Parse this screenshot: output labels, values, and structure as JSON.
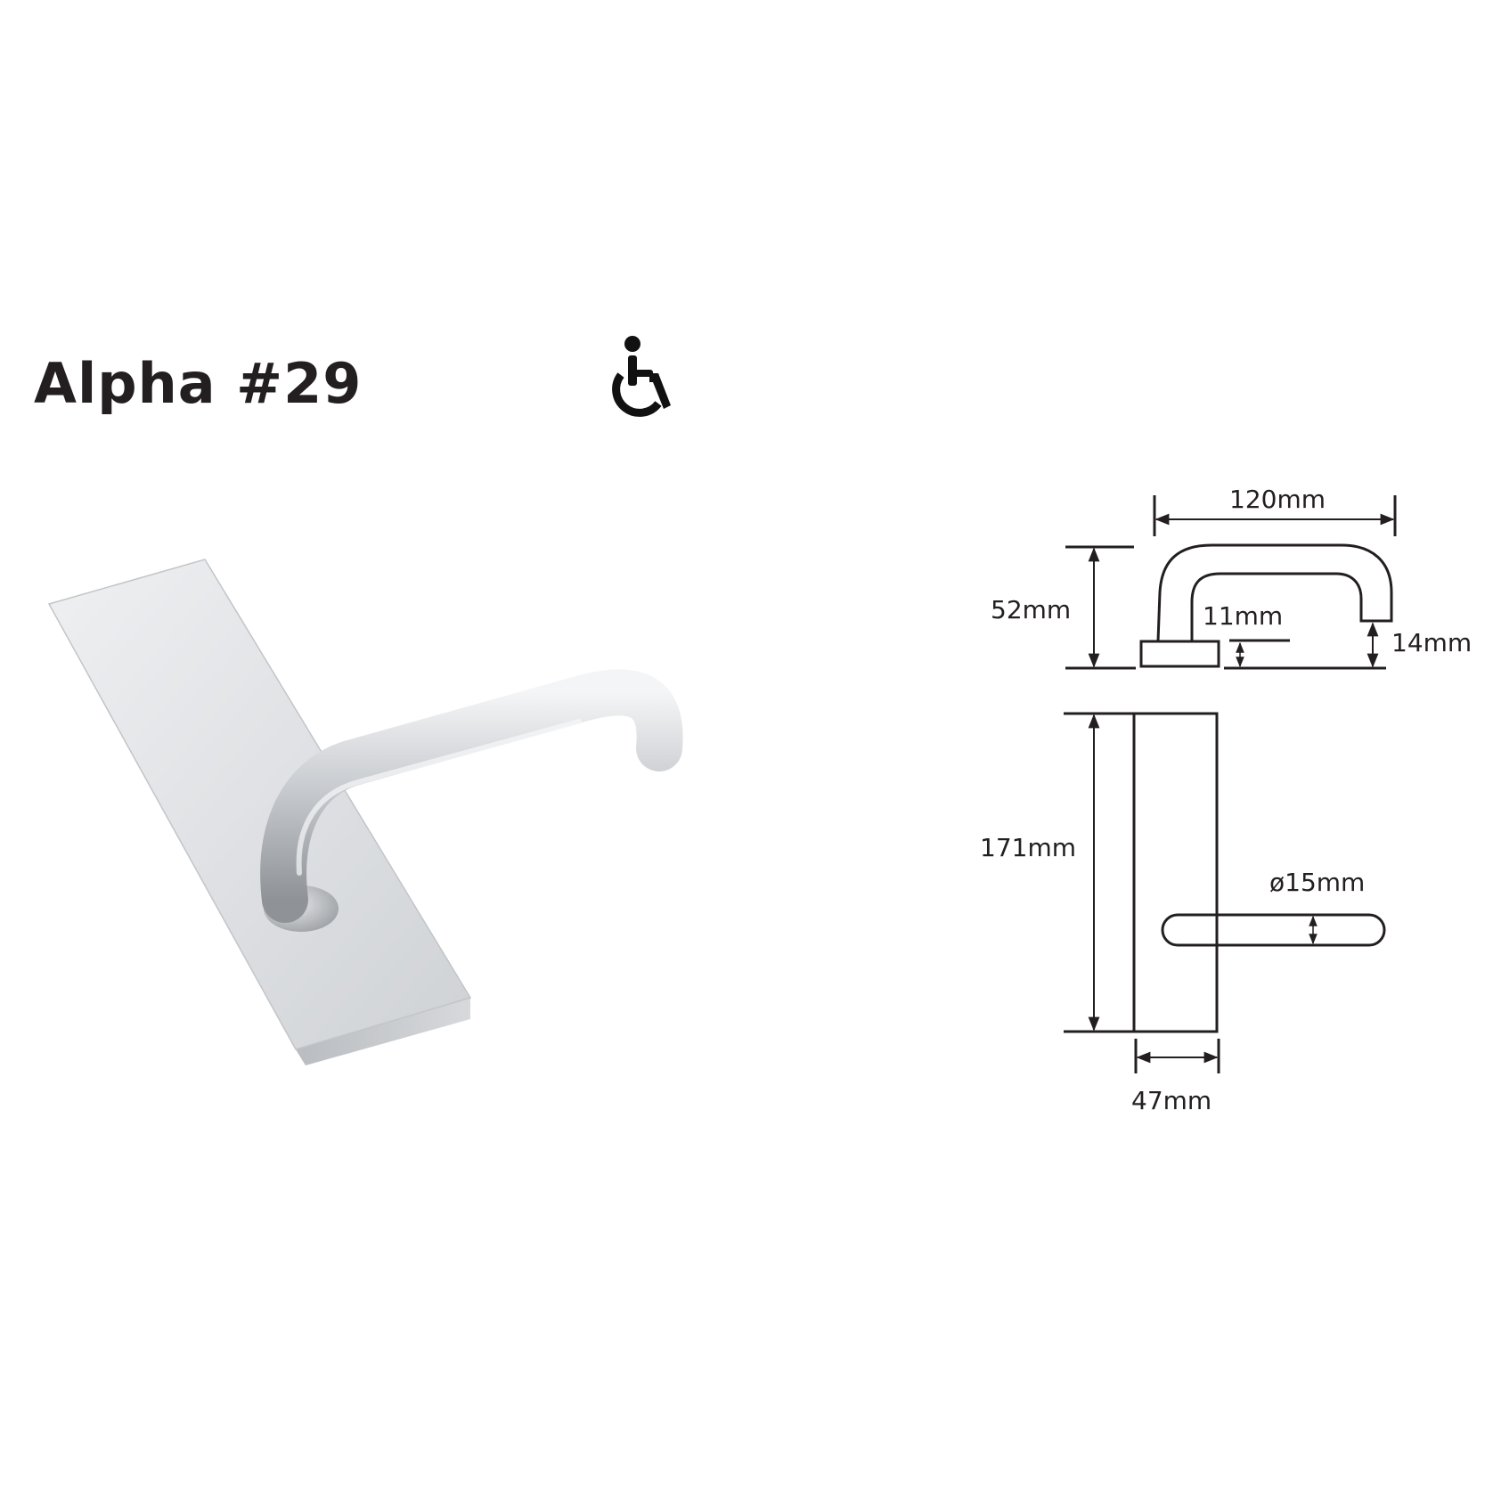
{
  "product": {
    "title": "Alpha #29",
    "accessibility_icon": "wheelchair-accessible-icon"
  },
  "dimensions": {
    "overall_length": "120mm",
    "projection": "52mm",
    "rose_height": "11mm",
    "handle_clearance": "14mm",
    "plate_height": "171mm",
    "handle_diameter": "ø15mm",
    "plate_width": "47mm"
  },
  "colors": {
    "text": "#231f20",
    "line": "#231f20",
    "metal_light": "#e4e5e7",
    "metal_mid": "#c8cacd",
    "metal_dark": "#9ea1a5"
  }
}
